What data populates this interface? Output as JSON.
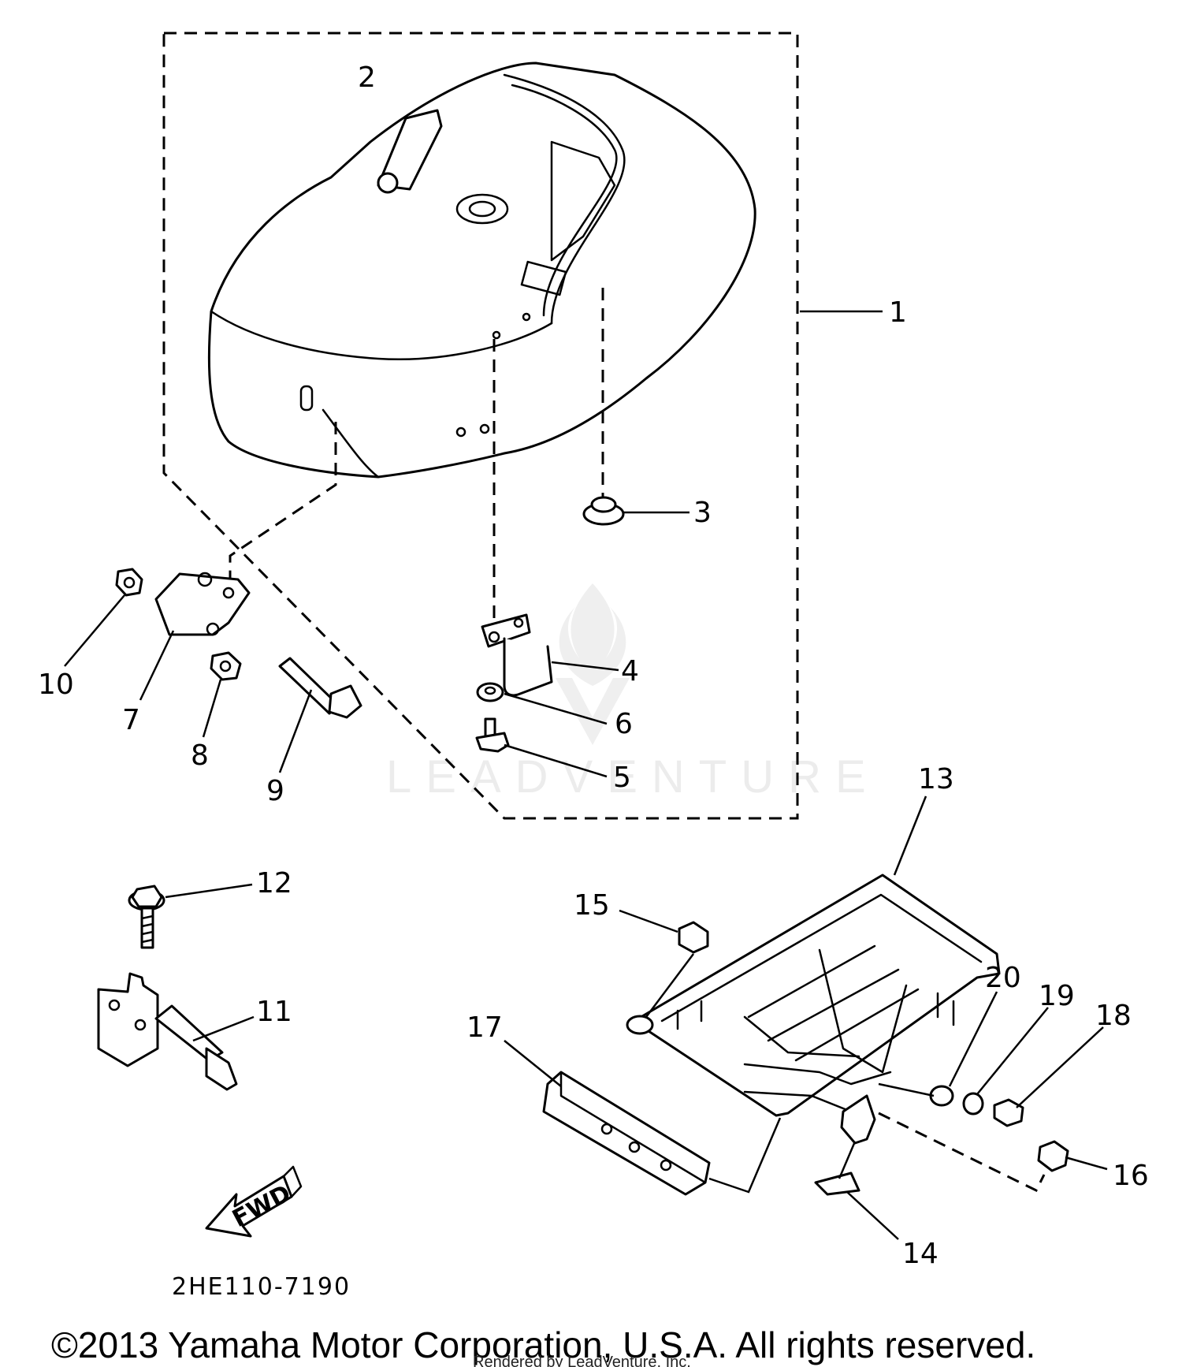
{
  "diagram": {
    "callouts": {
      "c1": "1",
      "c2": "2",
      "c3": "3",
      "c4": "4",
      "c5": "5",
      "c6": "6",
      "c7": "7",
      "c8": "8",
      "c9": "9",
      "c10": "10",
      "c11": "11",
      "c12": "12",
      "c13": "13",
      "c14": "14",
      "c15": "15",
      "c16": "16",
      "c17": "17",
      "c18": "18",
      "c19": "19",
      "c20": "20"
    },
    "fwd_label": "FWD",
    "diagram_code": "2HE110-7190"
  },
  "footer": {
    "copyright": "©2013 Yamaha Motor Corporation, U.S.A. All rights reserved.",
    "rendered_by": "Rendered by LeadVenture, Inc."
  },
  "watermark": {
    "text": "LEADVENTURE"
  }
}
